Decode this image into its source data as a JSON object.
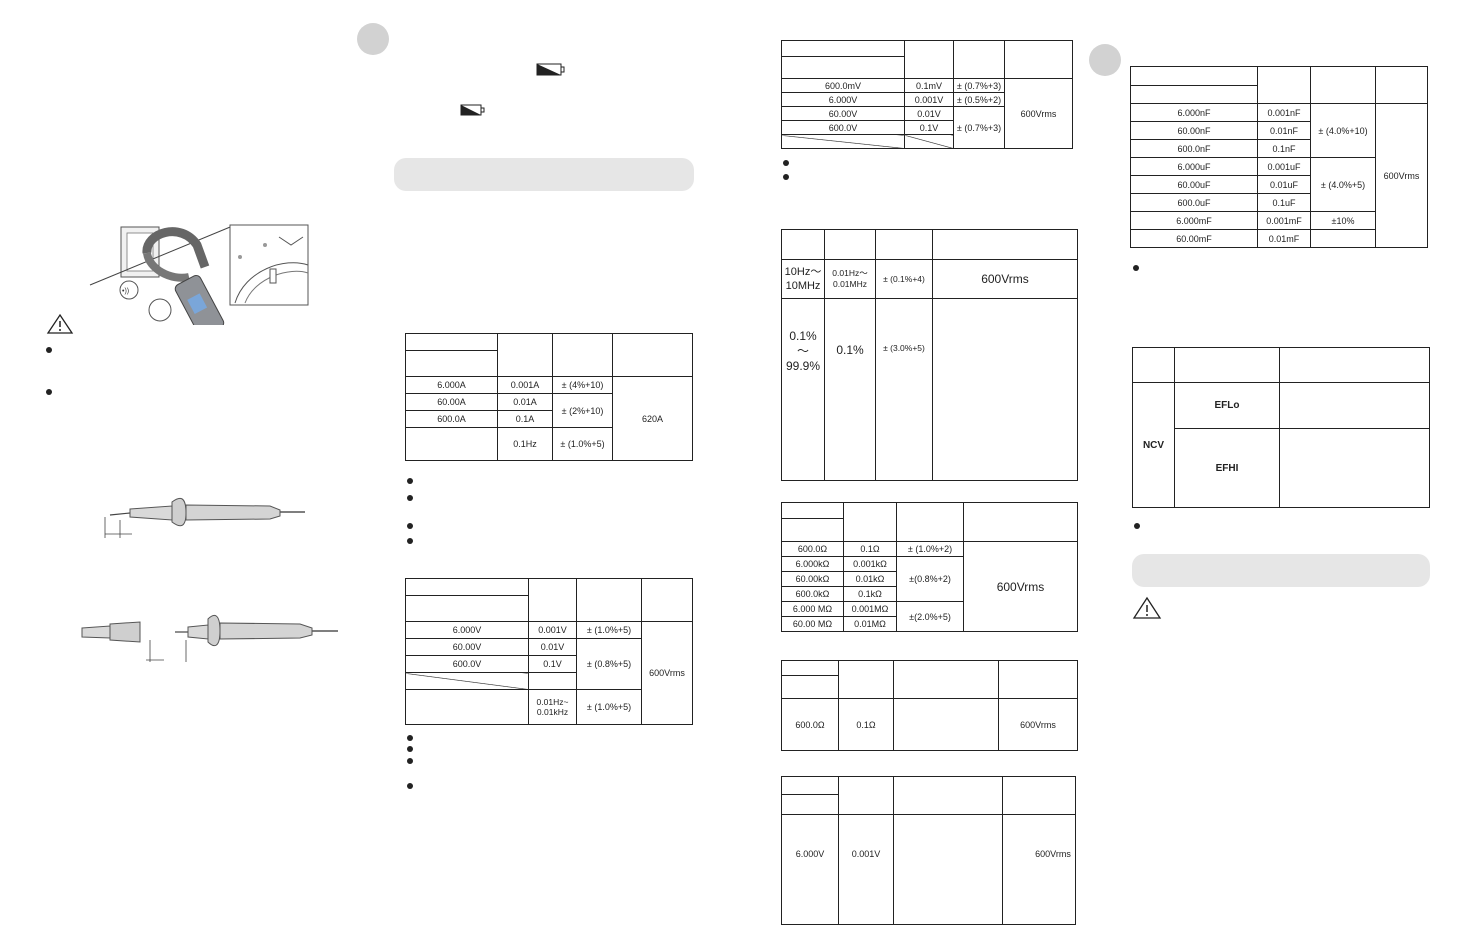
{
  "current_table": {
    "rows": [
      {
        "range": "6.000A",
        "resolution": "0.001A",
        "accuracy": "± (4%+10)"
      },
      {
        "range": "60.00A",
        "resolution": "0.01A",
        "accuracy": "± (2%+10)"
      },
      {
        "range": "600.0A",
        "resolution": "0.1A"
      },
      {
        "range": "",
        "resolution": "0.1Hz",
        "accuracy": "± (1.0%+5)"
      }
    ],
    "protection": "620A"
  },
  "acv_table": {
    "rows": [
      {
        "range": "6.000V",
        "resolution": "0.001V",
        "accuracy": "± (1.0%+5)"
      },
      {
        "range": "60.00V",
        "resolution": "0.01V",
        "accuracy": "± (0.8%+5)"
      },
      {
        "range": "600.0V",
        "resolution": "0.1V"
      },
      {
        "range": "",
        "resolution": "0.01Hz~\n0.01kHz",
        "accuracy": "± (1.0%+5)"
      }
    ],
    "protection": "600Vrms"
  },
  "dcv_table": {
    "rows": [
      {
        "range": "600.0mV",
        "resolution": "0.1mV",
        "accuracy": "± (0.7%+3)"
      },
      {
        "range": "6.000V",
        "resolution": "0.001V",
        "accuracy": "± (0.5%+2)"
      },
      {
        "range": "60.00V",
        "resolution": "0.01V"
      },
      {
        "range": "600.0V",
        "resolution": "0.1V",
        "accuracy": "± (0.7%+3)"
      }
    ],
    "protection": "600Vrms"
  },
  "freq_table": {
    "row1": {
      "range": "10Hz～\n10MHz",
      "resolution": "0.01Hz～\n0.01MHz",
      "accuracy": "± (0.1%+4)",
      "protection": "600Vrms"
    },
    "row2": {
      "range": "0.1%\n～\n99.9%",
      "resolution": "0.1%",
      "accuracy": "± (3.0%+5)"
    }
  },
  "res_table": {
    "rows": [
      {
        "range": "600.0Ω",
        "resolution": "0.1Ω",
        "accuracy": "± (1.0%+2)"
      },
      {
        "range": "6.000kΩ",
        "resolution": "0.001kΩ",
        "accuracy": "±(0.8%+2)"
      },
      {
        "range": "60.00kΩ",
        "resolution": "0.01kΩ"
      },
      {
        "range": "600.0kΩ",
        "resolution": "0.1kΩ"
      },
      {
        "range": "6.000 MΩ",
        "resolution": "0.001MΩ",
        "accuracy": "±(2.0%+5)"
      },
      {
        "range": "60.00 MΩ",
        "resolution": "0.01MΩ"
      }
    ],
    "protection": "600Vrms"
  },
  "cont_table": {
    "range": "600.0Ω",
    "resolution": "0.1Ω",
    "protection": "600Vrms"
  },
  "diode_table": {
    "range": "6.000V",
    "resolution": "0.001V",
    "protection": "600Vrms"
  },
  "cap_table": {
    "rows": [
      {
        "range": "6.000nF",
        "resolution": "0.001nF",
        "accuracy": "± (4.0%+10)"
      },
      {
        "range": "60.00nF",
        "resolution": "0.01nF"
      },
      {
        "range": "600.0nF",
        "resolution": "0.1nF"
      },
      {
        "range": "6.000uF",
        "resolution": "0.001uF",
        "accuracy": "± (4.0%+5)"
      },
      {
        "range": "60.00uF",
        "resolution": "0.01uF"
      },
      {
        "range": "600.0uF",
        "resolution": "0.1uF"
      },
      {
        "range": "6.000mF",
        "resolution": "0.001mF",
        "accuracy": "±10%"
      },
      {
        "range": "60.00mF",
        "resolution": "0.01mF"
      }
    ],
    "protection": "600Vrms"
  },
  "ncv_table": {
    "label": "NCV",
    "lo": "EFLo",
    "hi": "EFHI"
  },
  "colors": {
    "bar": "#e6e6e6",
    "circle": "#d2d2d2",
    "line": "#222222"
  }
}
